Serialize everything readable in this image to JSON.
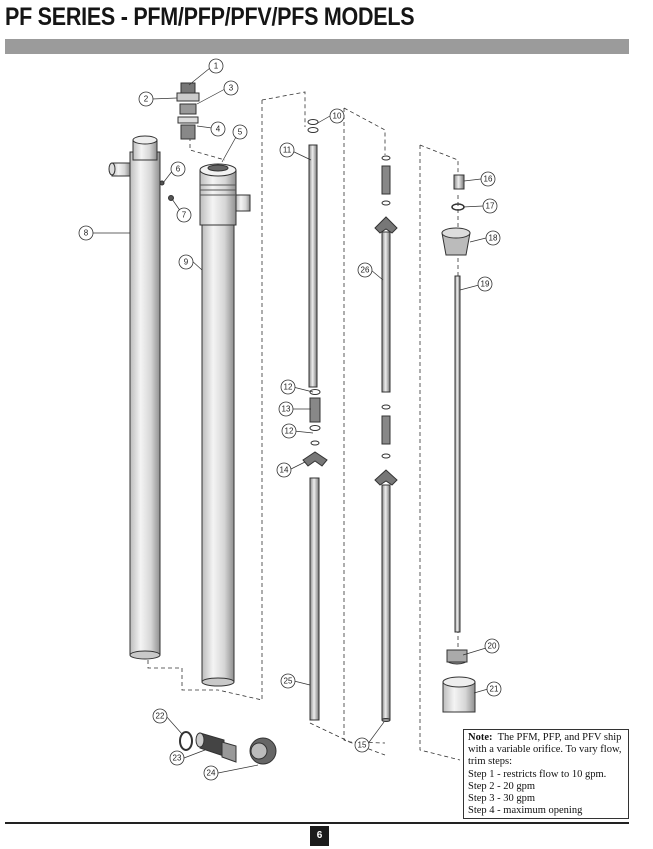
{
  "header": {
    "title": "PF SERIES - PFM/PFP/PFV/PFS MODELS"
  },
  "callouts": [
    "1",
    "2",
    "3",
    "4",
    "5",
    "6",
    "7",
    "8",
    "9",
    "10",
    "11",
    "12",
    "13",
    "12",
    "14",
    "26",
    "16",
    "17",
    "18",
    "19",
    "20",
    "21",
    "22",
    "23",
    "24",
    "25",
    "15"
  ],
  "note": {
    "label": "Note:",
    "intro": "The PFM, PFP, and PFV ship with a variable orifice. To vary flow, trim steps:",
    "line1": "with a variable orifice. To vary flow,",
    "line2": "trim steps:",
    "steps": [
      "Step 1  - restricts flow to 10 gpm.",
      "Step 2  - 20 gpm",
      "Step 3  - 30 gpm",
      "Step 4  - maximum opening"
    ]
  },
  "footer": {
    "page_number": "6"
  }
}
